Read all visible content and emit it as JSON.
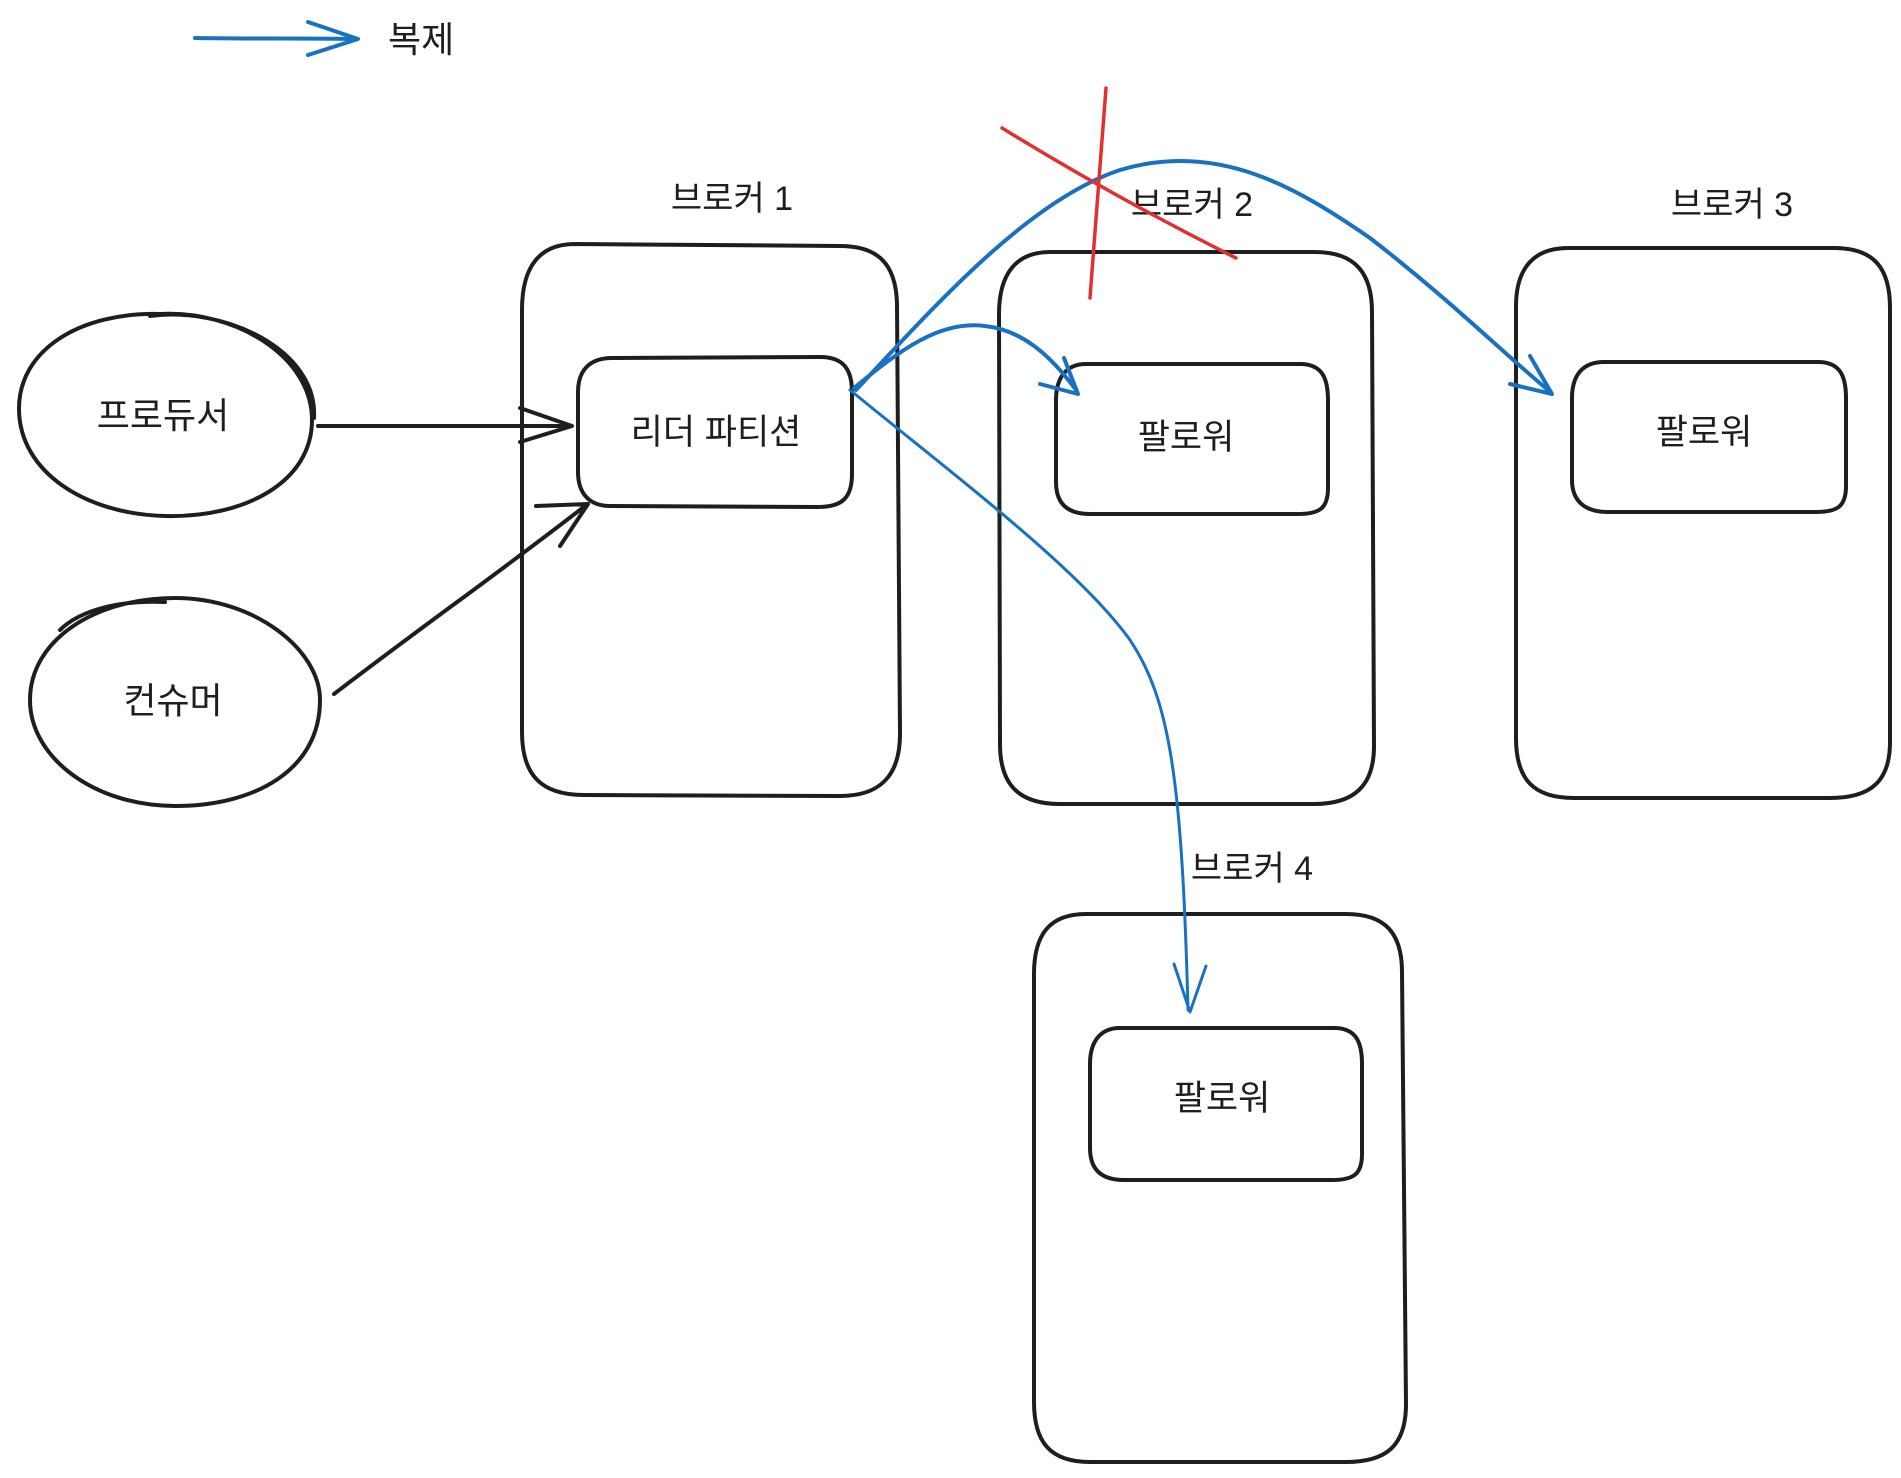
{
  "legend": {
    "label": "복제",
    "color": "#1971c2"
  },
  "nodes": {
    "producer": "프로듀서",
    "consumer": "컨슈머"
  },
  "brokers": [
    {
      "title": "브로커 1",
      "partition": "리더 파티션"
    },
    {
      "title": "브로커 2",
      "partition": "팔로워"
    },
    {
      "title": "브로커 3",
      "partition": "팔로워"
    },
    {
      "title": "브로커 4",
      "partition": "팔로워"
    }
  ],
  "colors": {
    "ink": "#1e1e1e",
    "replication": "#1971c2",
    "failure_mark": "#e03131"
  }
}
